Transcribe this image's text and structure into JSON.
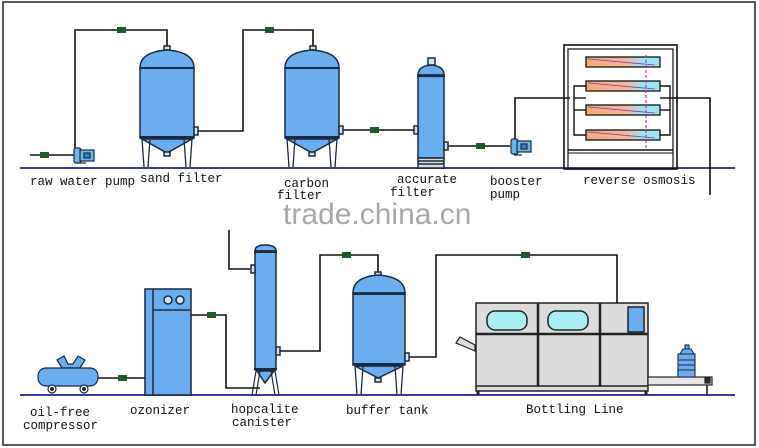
{
  "watermark": "trade.china.cn",
  "colors": {
    "tank_fill": "#6aaef0",
    "tank_stroke": "#1a2a40",
    "floor_line": "#3a3aa0",
    "pipe": "#111111",
    "valve": "#1e5a2a",
    "machine_panel": "#dcdcdc",
    "window": "#a8f0f4",
    "membrane_orange": "#f4a878",
    "membrane_cyan": "#9ee4f4",
    "membrane_dash": "#c030c0"
  },
  "row1": {
    "labels": {
      "raw_water_pump": "raw water pump",
      "sand_filter": "sand filter",
      "carbon_filter_1": "carbon",
      "carbon_filter_2": "filter",
      "accurate_filter_1": "accurate",
      "accurate_filter_2": "filter",
      "booster_pump_1": "booster",
      "booster_pump_2": "pump",
      "reverse_osmosis": "reverse osmosis"
    }
  },
  "row2": {
    "labels": {
      "compressor_1": "oil-free",
      "compressor_2": "compressor",
      "ozonizer": "ozonizer",
      "hopcalite_1": "hopcalite",
      "hopcalite_2": "canister",
      "buffer_tank": "buffer tank",
      "bottling_line": "Bottling Line"
    }
  }
}
